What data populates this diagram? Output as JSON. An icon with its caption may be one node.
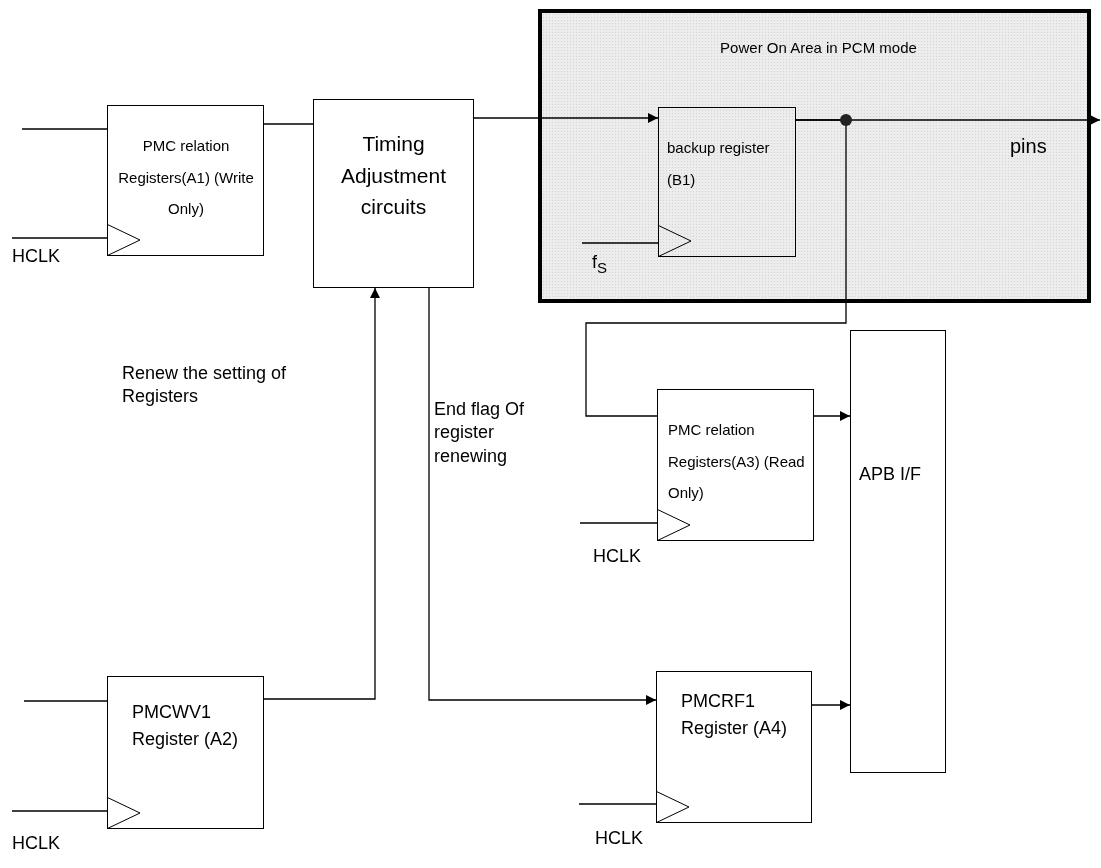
{
  "diagram": {
    "nodes": [
      {
        "text": [
          "Power On Area in PCM mode"
        ]
      },
      {
        "text": [
          "backup register (B1)"
        ],
        "in": 0
      },
      {
        "text": [
          "PMC relation Registers(A1) (Write Only)"
        ]
      },
      {
        "text": [
          "Timing Adjustment circuits"
        ]
      },
      {
        "text": [
          "PMC relation Registers(A3) (Read Only)"
        ]
      },
      {
        "text": [
          "APB I/F"
        ]
      },
      {
        "text": [
          "PMCWV1 Register (A2)"
        ]
      },
      {
        "text": [
          "PMCRF1 Register (A4)"
        ]
      }
    ],
    "edges": [
      {
        "from": null,
        "to": 2,
        "arrow": "none"
      },
      {
        "from": null,
        "to": 2,
        "arrow": "none"
      },
      {
        "from": 2,
        "to": 3,
        "arrow": "none"
      },
      {
        "from": 3,
        "to": 1,
        "arrow": "to"
      },
      {
        "from": null,
        "to": 1,
        "arrow": "none"
      },
      {
        "from": 1,
        "to": null,
        "arrow": "to"
      },
      {
        "from": 1,
        "to": 4,
        "arrow": "none"
      },
      {
        "from": 4,
        "to": 5,
        "arrow": "to"
      },
      {
        "from": 6,
        "to": 3,
        "arrow": "to",
        "label": "Renew the setting of Registers"
      },
      {
        "from": 3,
        "to": 7,
        "arrow": "to",
        "label": "End flag Of register renewing"
      },
      {
        "from": 7,
        "to": 5,
        "arrow": "to"
      },
      {
        "from": null,
        "to": 6,
        "arrow": "none"
      },
      {
        "from": null,
        "to": 6,
        "arrow": "none"
      },
      {
        "from": null,
        "to": 4,
        "arrow": "none"
      },
      {
        "from": null,
        "to": 7,
        "arrow": "none"
      }
    ],
    "labels": [
      "HCLK",
      "f$_{S}$",
      "pins",
      "HCLK",
      "HCLK",
      "HCLK"
    ]
  }
}
